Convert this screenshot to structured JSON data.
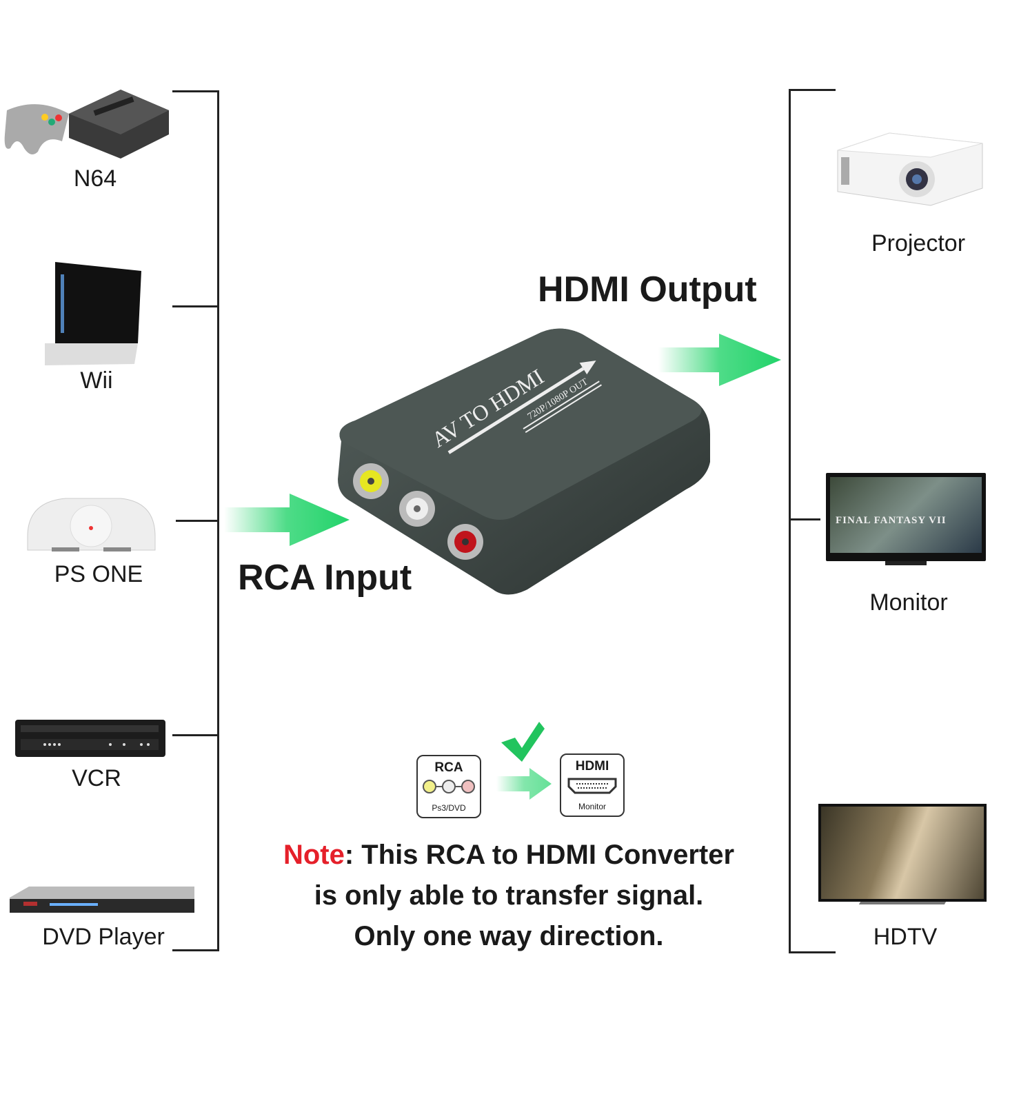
{
  "inputs": [
    {
      "label": "N64",
      "icon": "game-console-icon"
    },
    {
      "label": "Wii",
      "icon": "game-console-icon"
    },
    {
      "label": "PS ONE",
      "icon": "game-console-icon"
    },
    {
      "label": "VCR",
      "icon": "vcr-icon"
    },
    {
      "label": "DVD Player",
      "icon": "dvd-player-icon"
    }
  ],
  "outputs": [
    {
      "label": "Projector",
      "icon": "projector-icon"
    },
    {
      "label": "Monitor",
      "icon": "monitor-icon"
    },
    {
      "label": "HDTV",
      "icon": "tv-icon"
    }
  ],
  "hdmi_output_label": "HDMI Output",
  "rca_input_label": "RCA Input",
  "device": {
    "title": "AV TO HDMI",
    "subtitle": "720P/1080P OUT"
  },
  "monitor_screen_text": "FINAL FANTASY VII",
  "legend": {
    "rca_title": "RCA",
    "rca_sub": "Ps3/DVD",
    "hdmi_title": "HDMI",
    "hdmi_sub": "Monitor"
  },
  "note": {
    "prefix": "Note",
    "line1": ": This RCA to HDMI Converter",
    "line2": "is only able to transfer signal.",
    "line3": "Only one way direction."
  },
  "colors": {
    "arrow": "#22d36a",
    "note_red": "#e5202a",
    "device": "#3a4240"
  }
}
